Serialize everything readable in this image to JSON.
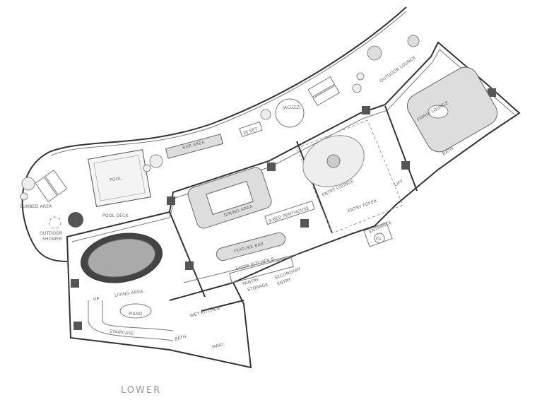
{
  "plan": {
    "level_label": "LOWER",
    "rooms": {
      "sunbed_area": "SUNBED AREA",
      "pool": "POOL",
      "pool_deck": "POOL DECK",
      "outdoor_shower_1": "OUTDOOR",
      "outdoor_shower_2": "SHOWER",
      "bar_area": "BAR AREA",
      "dj_set": "DJ SET",
      "jacuzzi": "JACUZZI",
      "outdoor_lounge": "OUTDOOR LOUNGE",
      "family_lounge": "FAMILY LOUNGE",
      "bath_upper": "BATH",
      "lift": "LIFT",
      "entry_lounge": "ENTRY LOUNGE",
      "entry_foyer": "ENTRY FOYER",
      "entrance": "ENTRANCE",
      "entrance_number": "01",
      "penthouse": "4-BED PENTHOUSE",
      "dining_area": "DINING AREA",
      "feature_bar": "FEATURE BAR",
      "show_kitchen": "SHOW KITCHEN &",
      "pantry_1": "PANTRY",
      "pantry_2": "STORAGE",
      "secondary_entry_1": "SECONDARY",
      "secondary_entry_2": "ENTRY",
      "wet_kitchen": "WET KITCHEN",
      "bath_lower": "BATH",
      "maid": "MAID",
      "living_area": "LIVING AREA",
      "piano": "PIANO",
      "staircase": "STAIRCASE",
      "up": "UP"
    },
    "colors": {
      "line": "#333333",
      "column": "#555555",
      "background": "#ffffff"
    }
  }
}
